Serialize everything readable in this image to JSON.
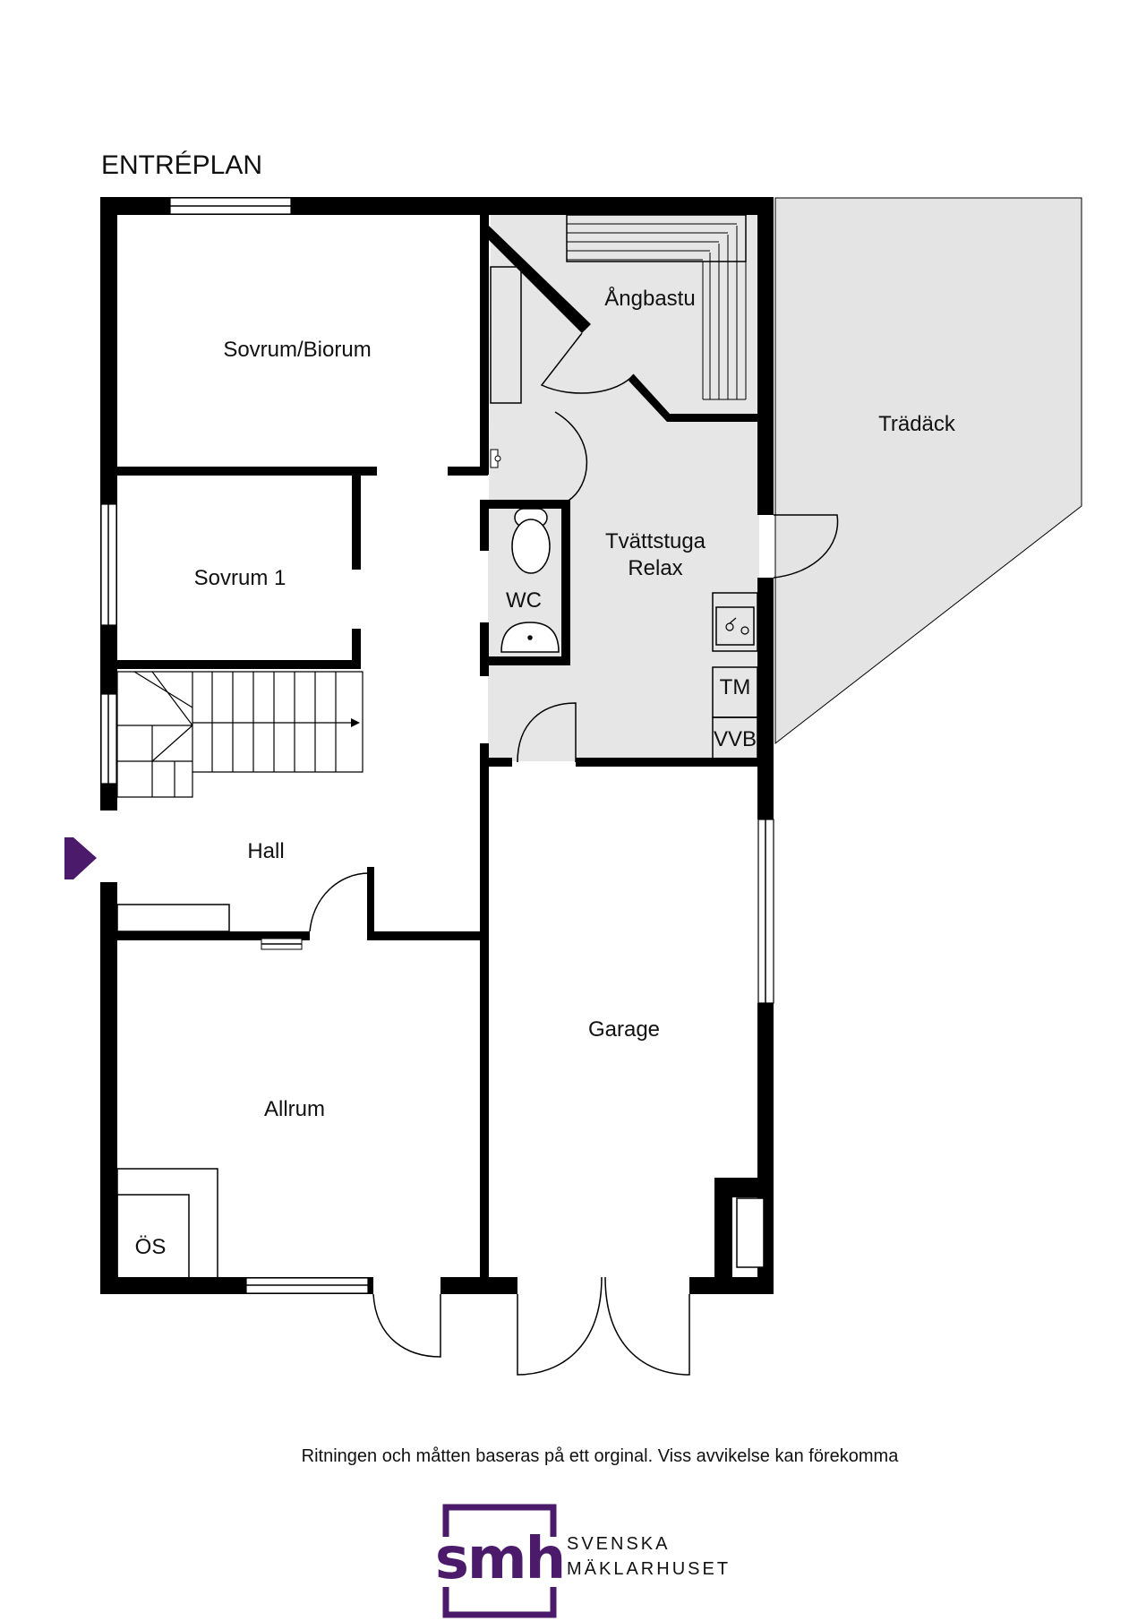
{
  "plan": {
    "title": "ENTRÉPLAN",
    "rooms": {
      "sovrum_biorum": "Sovrum/Biorum",
      "sovrum_1": "Sovrum 1",
      "hall": "Hall",
      "allrum": "Allrum",
      "os": "ÖS",
      "angbastu": "Ångbastu",
      "tvattstuga_line1": "Tvättstuga",
      "tvattstuga_line2": "Relax",
      "wc": "WC",
      "tm": "TM",
      "vvb": "VVB",
      "garage": "Garage",
      "tradack": "Trädäck"
    }
  },
  "colors": {
    "wet_area": "#e6e6e6",
    "deck": "#e4e4e4",
    "entrance_arrow": "#4b1a6b",
    "brand": "#4b1a6b"
  },
  "footer": {
    "disclaimer": "Ritningen och måtten baseras på ett orginal. Viss avvikelse kan förekomma"
  },
  "brand": {
    "logo_text": "smh",
    "line1": "SVENSKA",
    "line2": "MÄKLARHUSET"
  }
}
